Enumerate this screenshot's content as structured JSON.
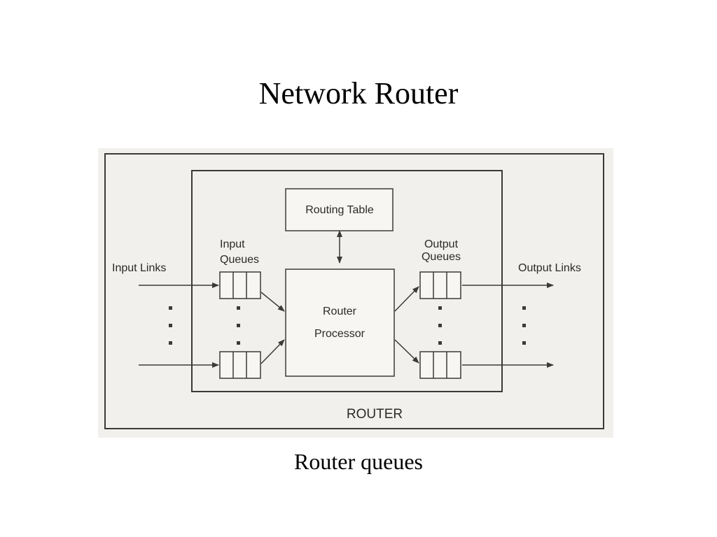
{
  "slide": {
    "title": "Network Router",
    "caption": "Router queues"
  },
  "diagram": {
    "routing_table_label": "Routing Table",
    "input_queues_label": [
      "Input",
      "Queues"
    ],
    "output_queues_label": [
      "Output",
      "Queues"
    ],
    "input_links_label": "Input Links",
    "output_links_label": "Output Links",
    "router_processor_label": [
      "Router",
      "Processor"
    ],
    "router_label": "ROUTER"
  },
  "colors": {
    "scan_background": "#f1f0ec",
    "line": "#3a3a3a"
  }
}
